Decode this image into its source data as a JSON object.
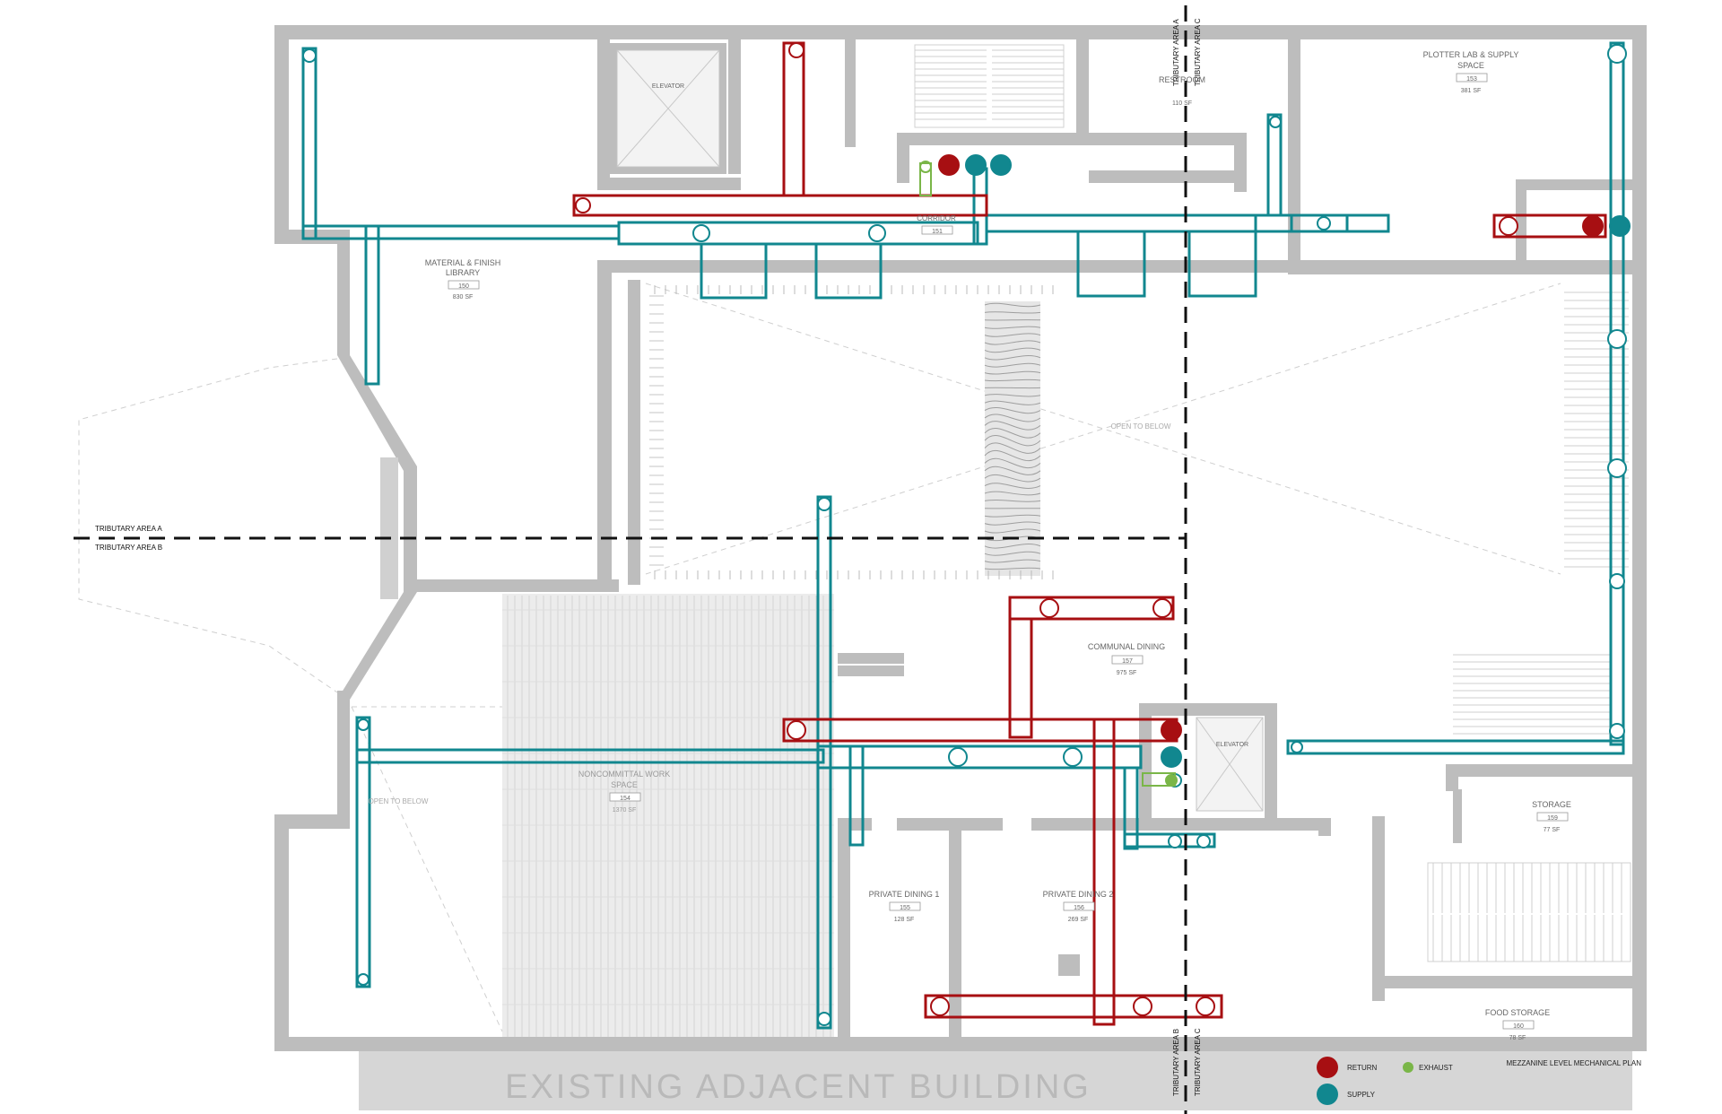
{
  "rooms": {
    "library": {
      "name_1": "MATERIAL & FINISH",
      "name_2": "LIBRARY",
      "number": "150",
      "area": "830 SF"
    },
    "elevator_top": {
      "name": "ELEVATOR"
    },
    "restroom": {
      "name": "RESTROOM",
      "area": "110 SF"
    },
    "corridor": {
      "name": "CORRIDOR",
      "number": "151"
    },
    "plotter": {
      "name_1": "PLOTTER LAB & SUPPLY",
      "name_2": "SPACE",
      "number": "153",
      "area": "381 SF"
    },
    "open_to_below_top": {
      "name": "OPEN TO BELOW"
    },
    "communal": {
      "name": "COMMUNAL DINING",
      "number": "157",
      "area": "975 SF"
    },
    "noncommittal": {
      "name_1": "NONCOMMITTAL WORK",
      "name_2": "SPACE",
      "number": "154",
      "area": "1370 SF"
    },
    "open_to_below_left": {
      "name": "OPEN TO BELOW"
    },
    "elevator_bottom": {
      "name": "ELEVATOR"
    },
    "storage": {
      "name": "STORAGE",
      "number": "159",
      "area": "77 SF"
    },
    "private1": {
      "name": "PRIVATE DINING 1",
      "number": "155",
      "area": "128 SF"
    },
    "private2": {
      "name": "PRIVATE DINING 2",
      "number": "156",
      "area": "269 SF"
    },
    "food_storage": {
      "name": "FOOD STORAGE",
      "number": "160",
      "area": "78 SF"
    }
  },
  "tributary": {
    "area_a": "TRIBUTARY AREA A",
    "area_b": "TRIBUTARY AREA B",
    "area_c": "TRIBUTARY AREA C"
  },
  "adjacent_building": "EXISTING ADJACENT BUILDING",
  "legend": {
    "return": "RETURN",
    "supply": "SUPPLY",
    "exhaust": "EXHAUST"
  },
  "plan_title": "MEZZANINE LEVEL MECHANICAL PLAN",
  "colors": {
    "supply": "#11878f",
    "return": "#a70f12",
    "exhaust": "#7ab648",
    "wall": "#bdbdbd"
  }
}
